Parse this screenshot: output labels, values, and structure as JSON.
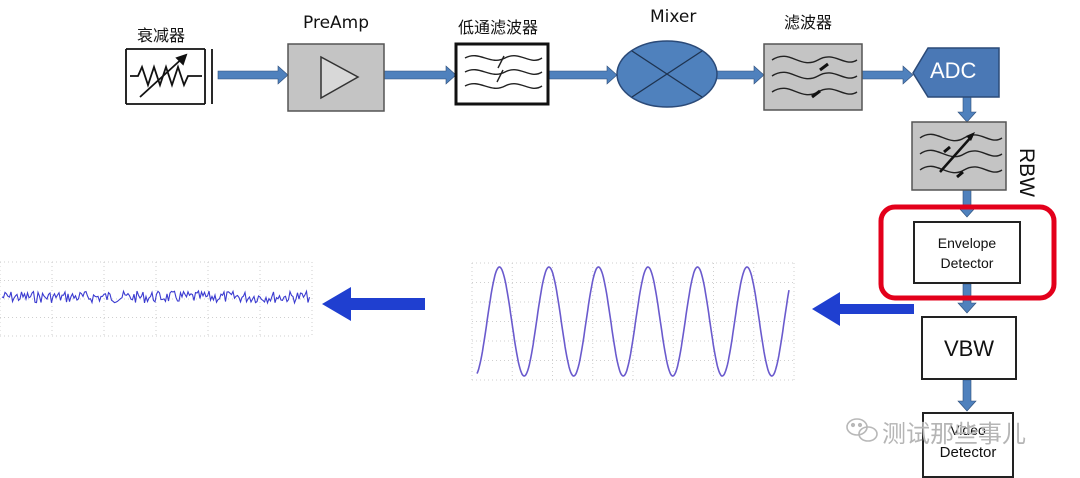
{
  "blocks": {
    "attenuator": "衰减器",
    "preamp": "PreAmp",
    "lowpass": "低通滤波器",
    "mixer": "Mixer",
    "filter": "滤波器",
    "adc": "ADC",
    "rbw": "RBW",
    "envelope_line1": "Envelope",
    "envelope_line2": "Detector",
    "vbw": "VBW",
    "video_line1": "Video",
    "video_line2": "Detector"
  },
  "watermark": "测试那些事儿",
  "colors": {
    "block_gray": "#c4c4c4",
    "link_blue": "#4f81bd",
    "adc_blue": "#4a78b5",
    "mixer_blue": "#4f81bd",
    "wave_purple": "#6a5acd",
    "noise_blue": "#3a3ad0",
    "highlight_red": "#e3001b",
    "big_arrow_blue": "#1f3fd0"
  }
}
